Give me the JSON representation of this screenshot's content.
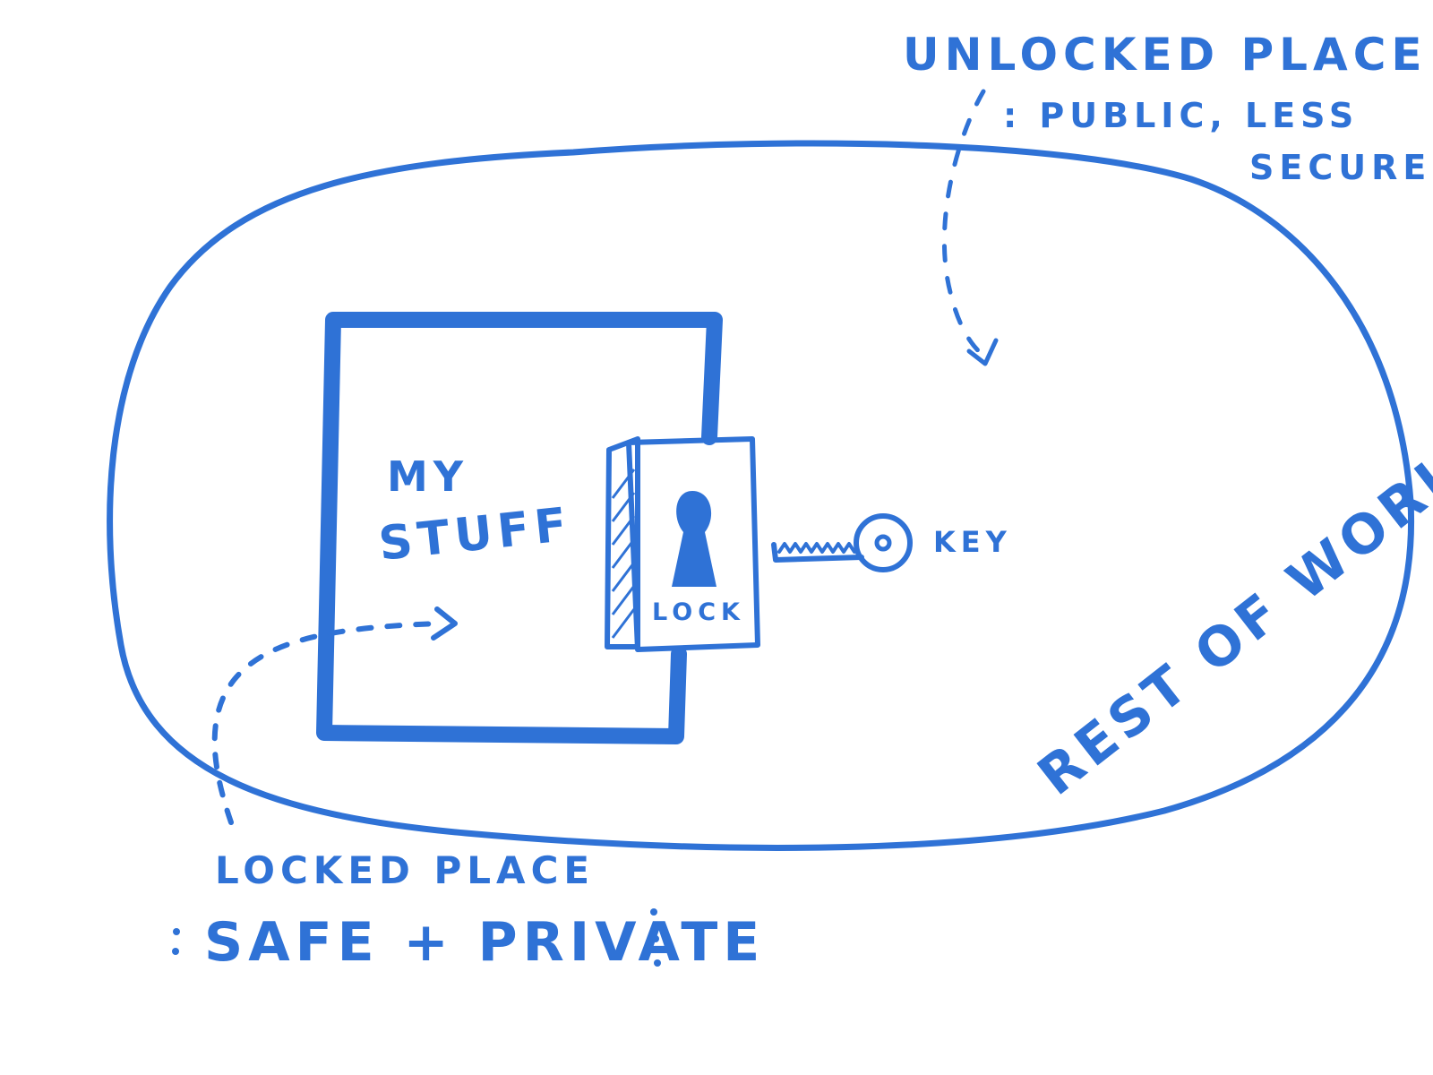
{
  "colors": {
    "ink": "#2f72d6",
    "background": "#ffffff"
  },
  "labels": {
    "unlocked_title": "UNLOCKED PLACE",
    "unlocked_desc_line1": ": PUBLIC, LESS",
    "unlocked_desc_line2": "SECURE :",
    "my": "MY",
    "stuff": "STUFF",
    "lock": "LOCK",
    "key": "KEY",
    "rest_of_world": "REST OF WORLD",
    "locked_title": "LOCKED PLACE",
    "locked_desc": "SAFE + PRIVATE"
  },
  "icons": {
    "lock": "keyhole-icon",
    "key": "key-icon"
  }
}
